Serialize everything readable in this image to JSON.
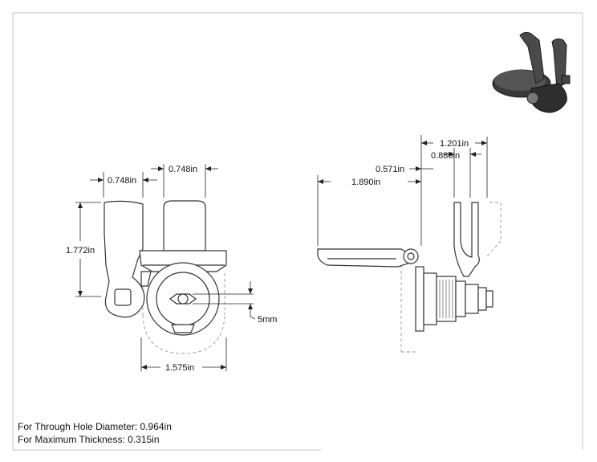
{
  "dimensions": {
    "top_left_width": "0.748in",
    "top_right_width": "0.748in",
    "height": "1.772in",
    "bottom_width": "1.575in",
    "small": "5mm",
    "side_total": "1.201in",
    "side_mid": "0.886in",
    "side_small": "0.571in",
    "side_long": "1.890in"
  },
  "notes": {
    "through_hole": "For Through Hole Diameter: 0.964in",
    "max_thickness": "For Maximum Thickness: 0.315in"
  },
  "colors": {
    "line": "#333333",
    "phantom": "#9a9a9a",
    "frame": "#bdbdbd",
    "dim": "#222222"
  }
}
